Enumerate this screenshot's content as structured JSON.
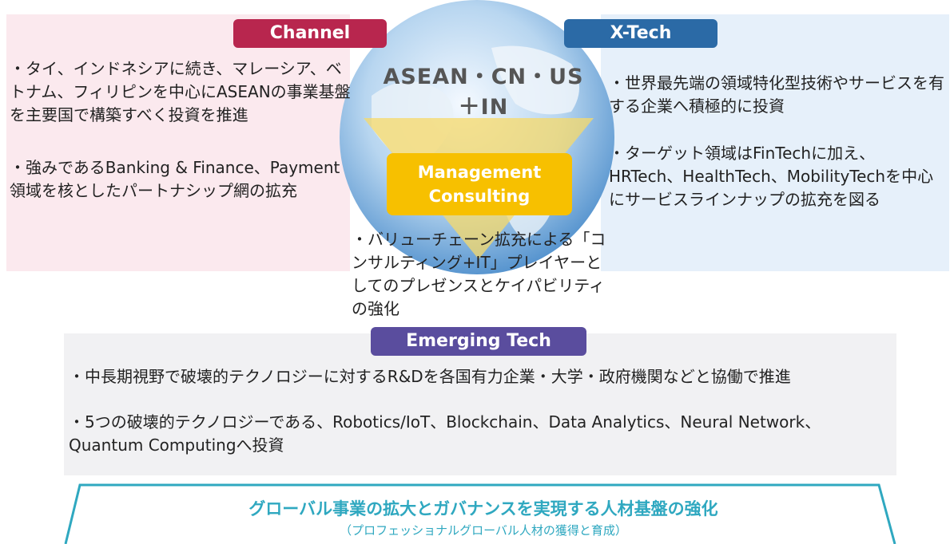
{
  "channel": {
    "label": "Channel",
    "bullet1": "・タイ、インドネシアに続き、マレーシア、ベトナム、フィリピンを中心にASEANの事業基盤を主要国で構築すべく投資を推進",
    "bullet2": "・強みであるBanking & Finance、Payment領域を核としたパートナシップ網の拡充"
  },
  "xtech": {
    "label": "X-Tech",
    "bullet1": "・世界最先端の領域特化型技術やサービスを有する企業へ積極的に投資",
    "bullet2": "・ターゲット領域はFinTechに加え、HRTech、HealthTech、MobilityTechを中心にサービスラインナップの拡充を図る"
  },
  "center": {
    "region_line1": "ASEAN・CN・US",
    "region_line2": "＋IN",
    "mc_line1": "Management",
    "mc_line2": "Consulting",
    "bullet": "・バリューチェーン拡充による「コンサルティング+IT」プレイヤーとしてのプレゼンスとケイパビリティの強化"
  },
  "emerging": {
    "label": "Emerging Tech",
    "bullet1": "・中長期視野で破壊的テクノロジーに対するR&Dを各国有力企業・大学・政府機関などと協働で推進",
    "bullet2": "・5つの破壊的テクノロジーである、Robotics/IoT、Blockchain、Data Analytics、Neural Network、Quantum Computingへ投資"
  },
  "foundation": {
    "title": "グローバル事業の拡大とガバナンスを実現する人材基盤の強化",
    "subtitle": "（プロフェッショナルグローバル人材の獲得と育成）"
  },
  "colors": {
    "channel": "#b8264e",
    "xtech": "#2b6aa6",
    "emerging": "#5a4d9e",
    "consulting": "#f7c000",
    "foundation": "#2fa8c0"
  }
}
